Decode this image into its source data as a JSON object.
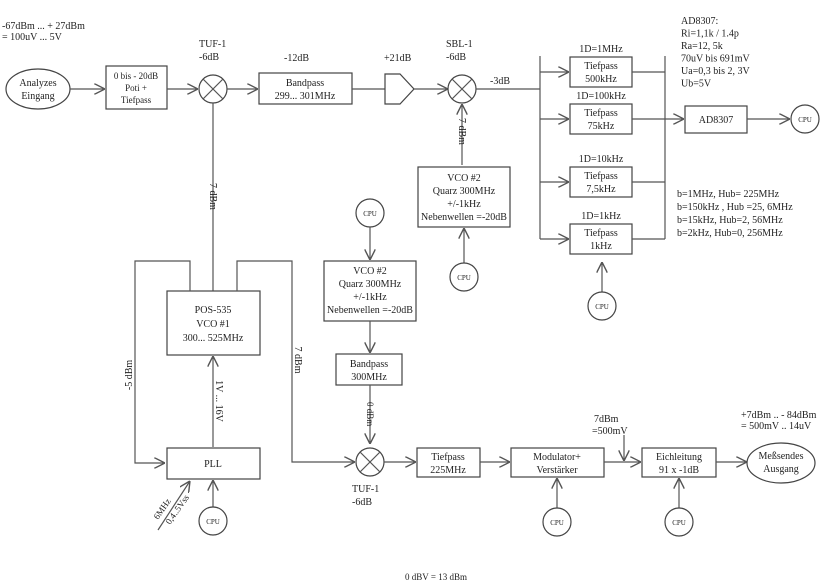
{
  "annotations": {
    "input_range_1": "-67dBm ... + 27dBm",
    "input_range_2": "= 100uV ... 5V",
    "tuf1_top_name": "TUF-1",
    "tuf1_top_loss": "-6dB",
    "bandpass_loss": "-12dB",
    "amp_gain": "+21dB",
    "sbl1_name": "SBL-1",
    "sbl1_loss": "-6dB",
    "sbl1_out": "-3dB",
    "lo_level_top": "7 dBm",
    "vco2_out_level": "7 dBm",
    "pos_left_level": "-5 dBm",
    "pos_right_level": "7 dBm",
    "tune_voltage": "1V ... 16V",
    "bp300_out_level": "0 dBm",
    "ref_in_1": "6MHz",
    "ref_in_2": "0,4..5Vss",
    "tuf1_bottom_name": "TUF-1",
    "tuf1_bottom_loss": "-6dB",
    "mod_out_1": "7dBm",
    "mod_out_2": "=500mV",
    "output_range_1": "+7dBm .. - 84dBm",
    "output_range_2": "= 500mV  ..  14uV",
    "ad8307_spec": [
      "AD8307:",
      "Ri=1,1k / 1.4p",
      "Ra=12, 5k",
      "70uV bis 691mV",
      "Ua=0,3 bis 2, 3V",
      "Ub=5V"
    ],
    "filter_specs": [
      "b=1MHz,   Hub= 225MHz",
      "b=150kHz , Hub =25, 6MHz",
      "b=15kHz,  Hub=2, 56MHz",
      "b=2kHz,     Hub=0, 256MHz"
    ],
    "footer": "0  dBV = 13  dBm"
  },
  "blocks": {
    "input": [
      "Analyzes",
      "Eingang"
    ],
    "attenuator": [
      "0 bis - 20dB",
      "Poti +",
      "Tiefpass"
    ],
    "bandpass": [
      "Bandpass",
      "299... 301MHz"
    ],
    "vco2_top": [
      "VCO #2",
      "Quarz 300MHz",
      "+/-1kHz",
      "Nebenwellen =-20dB"
    ],
    "vco2_mid": [
      "VCO #2",
      "Quarz 300MHz",
      "+/-1kHz",
      "Nebenwellen =-20dB"
    ],
    "bp300": [
      "Bandpass",
      "300MHz"
    ],
    "pos535": [
      "POS-535",
      "VCO #1",
      "300... 525MHz"
    ],
    "pll": [
      "PLL"
    ],
    "lp225": [
      "Tiefpass",
      "225MHz"
    ],
    "modulator": [
      "Modulator+",
      "Verstärker"
    ],
    "attenuator_out": [
      "Eichleitung",
      "91  x  -1dB"
    ],
    "output": [
      "Meßsendes",
      "Ausgang"
    ],
    "ad8307": [
      "AD8307"
    ],
    "cpu_label": "CPU"
  },
  "filters": [
    {
      "label": "1D=1MHz",
      "lines": [
        "Tiefpass",
        "500kHz"
      ]
    },
    {
      "label": "1D=100kHz",
      "lines": [
        "Tiefpass",
        "75kHz"
      ]
    },
    {
      "label": "1D=10kHz",
      "lines": [
        "Tiefpass",
        "7,5kHz"
      ]
    },
    {
      "label": "1D=1kHz",
      "lines": [
        "Tiefpass",
        "1kHz"
      ]
    }
  ]
}
